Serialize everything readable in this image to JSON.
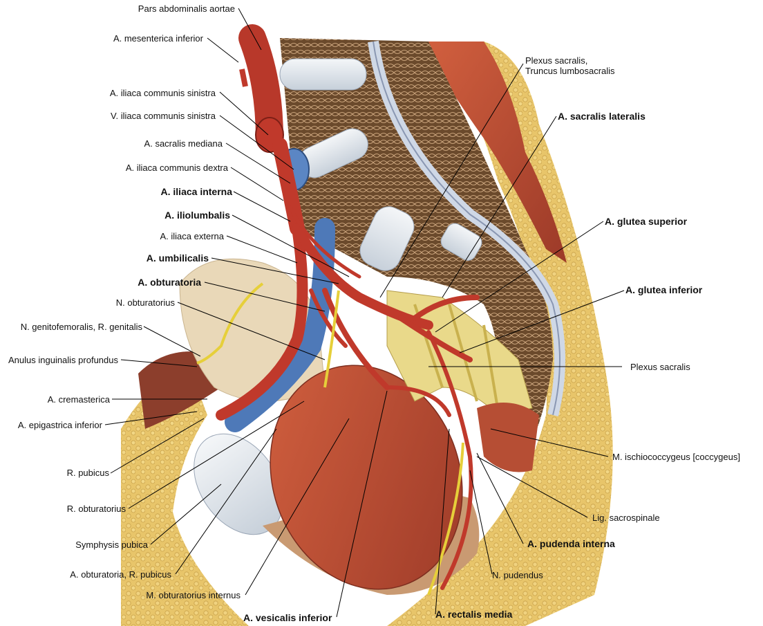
{
  "labels_left": [
    {
      "id": "pars-abdominalis-aortae",
      "text": "Pars abdominalis aortae",
      "bold": false
    },
    {
      "id": "a-mesenterica-inferior",
      "text": "A. mesenterica inferior",
      "bold": false
    },
    {
      "id": "a-iliaca-communis-sinistra",
      "text": "A. iliaca communis sinistra",
      "bold": false
    },
    {
      "id": "v-iliaca-communis-sinistra",
      "text": "V. iliaca communis sinistra",
      "bold": false
    },
    {
      "id": "a-sacralis-mediana",
      "text": "A. sacralis mediana",
      "bold": false
    },
    {
      "id": "a-iliaca-communis-dextra",
      "text": "A. iliaca communis dextra",
      "bold": false
    },
    {
      "id": "a-iliaca-interna",
      "text": "A. iliaca interna",
      "bold": true
    },
    {
      "id": "a-iliolumbalis",
      "text": "A. iliolumbalis",
      "bold": true
    },
    {
      "id": "a-iliaca-externa",
      "text": "A. iliaca externa",
      "bold": false
    },
    {
      "id": "a-umbilicalis",
      "text": "A. umbilicalis",
      "bold": true
    },
    {
      "id": "a-obturatoria",
      "text": "A. obturatoria",
      "bold": true
    },
    {
      "id": "n-obturatorius",
      "text": "N. obturatorius",
      "bold": false
    },
    {
      "id": "n-genitofemoralis",
      "text": "N. genitofemoralis, R. genitalis",
      "bold": false
    },
    {
      "id": "anulus-inguinalis",
      "text": "Anulus inguinalis profundus",
      "bold": false
    },
    {
      "id": "a-cremasterica",
      "text": "A. cremasterica",
      "bold": false
    },
    {
      "id": "a-epigastrica-inferior",
      "text": "A. epigastrica inferior",
      "bold": false
    },
    {
      "id": "r-pubicus",
      "text": "R. pubicus",
      "bold": false
    },
    {
      "id": "r-obturatorius",
      "text": "R. obturatorius",
      "bold": false
    },
    {
      "id": "symphysis-pubica",
      "text": "Symphysis pubica",
      "bold": false
    },
    {
      "id": "a-obturatoria-r-pubicus",
      "text": "A. obturatoria, R. pubicus",
      "bold": false
    },
    {
      "id": "m-obturatorius-internus",
      "text": "M. obturatorius internus",
      "bold": false
    }
  ],
  "labels_right": [
    {
      "id": "plexus-sacralis-truncus",
      "text": "Plexus sacralis,",
      "text2": "Truncus lumbosacralis",
      "bold": false
    },
    {
      "id": "a-sacralis-lateralis",
      "text": "A. sacralis lateralis",
      "bold": true
    },
    {
      "id": "a-glutea-superior",
      "text": "A. glutea superior",
      "bold": true
    },
    {
      "id": "a-glutea-inferior",
      "text": "A. glutea inferior",
      "bold": true
    },
    {
      "id": "plexus-sacralis",
      "text": "Plexus sacralis",
      "bold": false
    },
    {
      "id": "m-ischiococcygeus",
      "text": "M. ischiococcygeus [coccygeus]",
      "bold": false
    },
    {
      "id": "lig-sacrospinale",
      "text": "Lig. sacrospinale",
      "bold": false
    },
    {
      "id": "a-pudenda-interna",
      "text": "A. pudenda interna",
      "bold": true
    },
    {
      "id": "n-pudendus",
      "text": "N. pudendus",
      "bold": false
    }
  ],
  "labels_bottom": [
    {
      "id": "a-vesicalis-inferior",
      "text": "A. vesicalis inferior",
      "bold": true
    },
    {
      "id": "a-rectalis-media",
      "text": "A. rectalis media",
      "bold": true
    }
  ]
}
